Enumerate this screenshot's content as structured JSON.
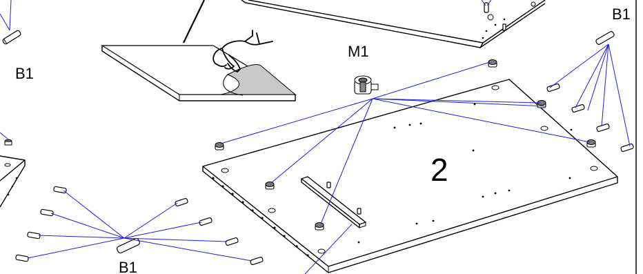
{
  "labels": {
    "dowel_top_left": "B1",
    "dowel_top_right": "B1",
    "dowel_bottom_left": "B1",
    "cam_fitting": "M1",
    "panel_number": "2"
  },
  "colors": {
    "leader_line": "#1f1fd9",
    "outline": "#000000",
    "background": "#ffffff",
    "film_shading": "#c8c8c8"
  }
}
